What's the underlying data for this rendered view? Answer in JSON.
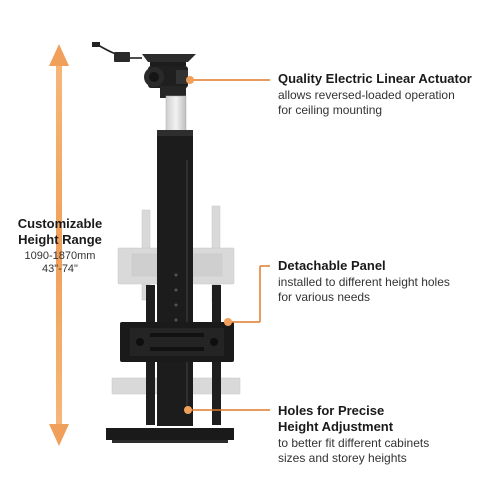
{
  "colors": {
    "accent": "#f0a05a",
    "accent_dark": "#e07a2a",
    "metal_black": "#1c1c1c",
    "ghost_gray": "#d6d6d6"
  },
  "height_range": {
    "title_line1": "Customizable",
    "title_line2": "Height Range",
    "metric": "1090-1870mm",
    "imperial": "43\"-74\""
  },
  "callouts": [
    {
      "title_lines": [
        "Quality Electric Linear Actuator"
      ],
      "description_lines": [
        "allows reversed-loaded operation",
        "for ceiling mounting"
      ]
    },
    {
      "title_lines": [
        "Detachable Panel"
      ],
      "description_lines": [
        "installed to different height holes",
        "for various needs"
      ]
    },
    {
      "title_lines": [
        "Holes for Precise",
        "Height Adjustment"
      ],
      "description_lines": [
        "to better fit different cabinets",
        "sizes and storey heights"
      ]
    }
  ],
  "icons": {
    "height_arrow": "double-headed-vertical-arrow",
    "callout_marker": "orange-dot"
  }
}
